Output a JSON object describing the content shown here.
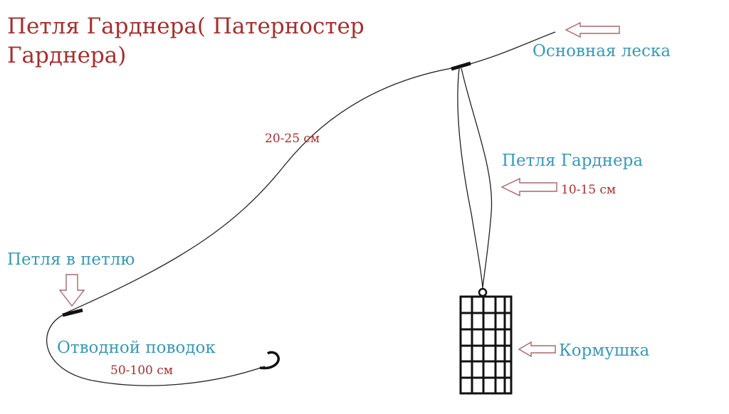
{
  "title_line1": "Петля Гарднера( Патерностер",
  "title_line2": "Гарднера)",
  "labels": {
    "main_line": "Основная леска",
    "length_main": "20-25 см",
    "gardner_loop": "Петля Гарднера",
    "length_loop": "10-15 см",
    "loop_to_loop": "Петля в петлю",
    "leader": "Отводной поводок",
    "length_leader": "50-100 см",
    "feeder": "Кормушка"
  },
  "colors": {
    "title": "#a3302e",
    "label_blue": "#3a98b5",
    "arrow": "#a8686a"
  }
}
